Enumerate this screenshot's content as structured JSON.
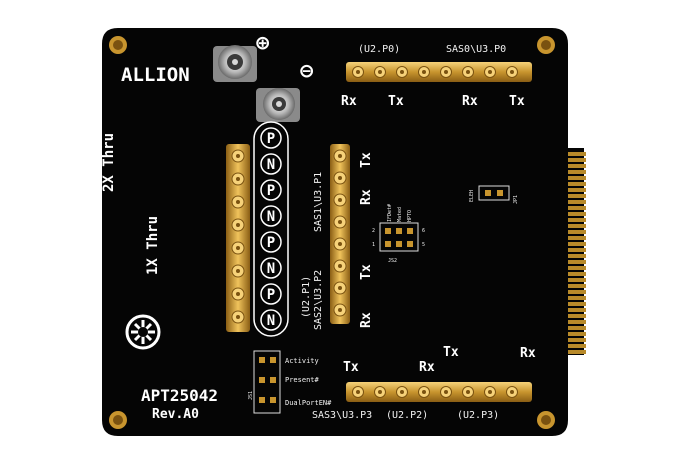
{
  "board": {
    "brand": "ALLION",
    "model": "APT25042",
    "revision": "Rev.A0",
    "polarity_plus": "⊕",
    "polarity_minus": "⊖",
    "label_2x_thru": "2X Thru",
    "label_1x_thru": "1X Thru"
  },
  "top_connector": {
    "left_label": "(U2.P0)",
    "right_label": "SAS0\\U3.P0",
    "signals": [
      "Rx",
      "Tx",
      "Rx",
      "Tx"
    ]
  },
  "left_column": {
    "pn_labels": [
      "P",
      "N",
      "P",
      "N",
      "P",
      "N",
      "P",
      "N"
    ]
  },
  "right_column": {
    "upper_label": "SAS1\\U3.P1",
    "lower_label_a": "(U2.P1)",
    "lower_label_b": "SAS2\\U3.P2",
    "signals": [
      "Tx",
      "Rx",
      "Tx",
      "Rx"
    ]
  },
  "bottom_connector": {
    "label_a": "SAS3\\U3.P3",
    "label_b": "(U2.P2)",
    "label_c": "(U2.P3)",
    "signals": [
      "Tx",
      "Rx",
      "Tx",
      "Rx"
    ]
  },
  "jumper_js2": {
    "designator": "JS2",
    "labels": [
      "IFDet#",
      "Mated",
      "HPTO"
    ],
    "pin_left": "1",
    "pin_left2": "2",
    "pin_right": "5",
    "pin_right2": "6"
  },
  "jumper_js1": {
    "designator": "JS1",
    "labels": [
      "Activity",
      "Present#",
      "DualPortEN#"
    ]
  },
  "jumper_jp1": {
    "designator": "JP1",
    "label": "ELEH"
  },
  "colors": {
    "board": "#050505",
    "gold": "#c8952e",
    "gold_light": "#f0c35c",
    "silkscreen": "#ffffff",
    "edge_gold": "#b88a2a"
  }
}
